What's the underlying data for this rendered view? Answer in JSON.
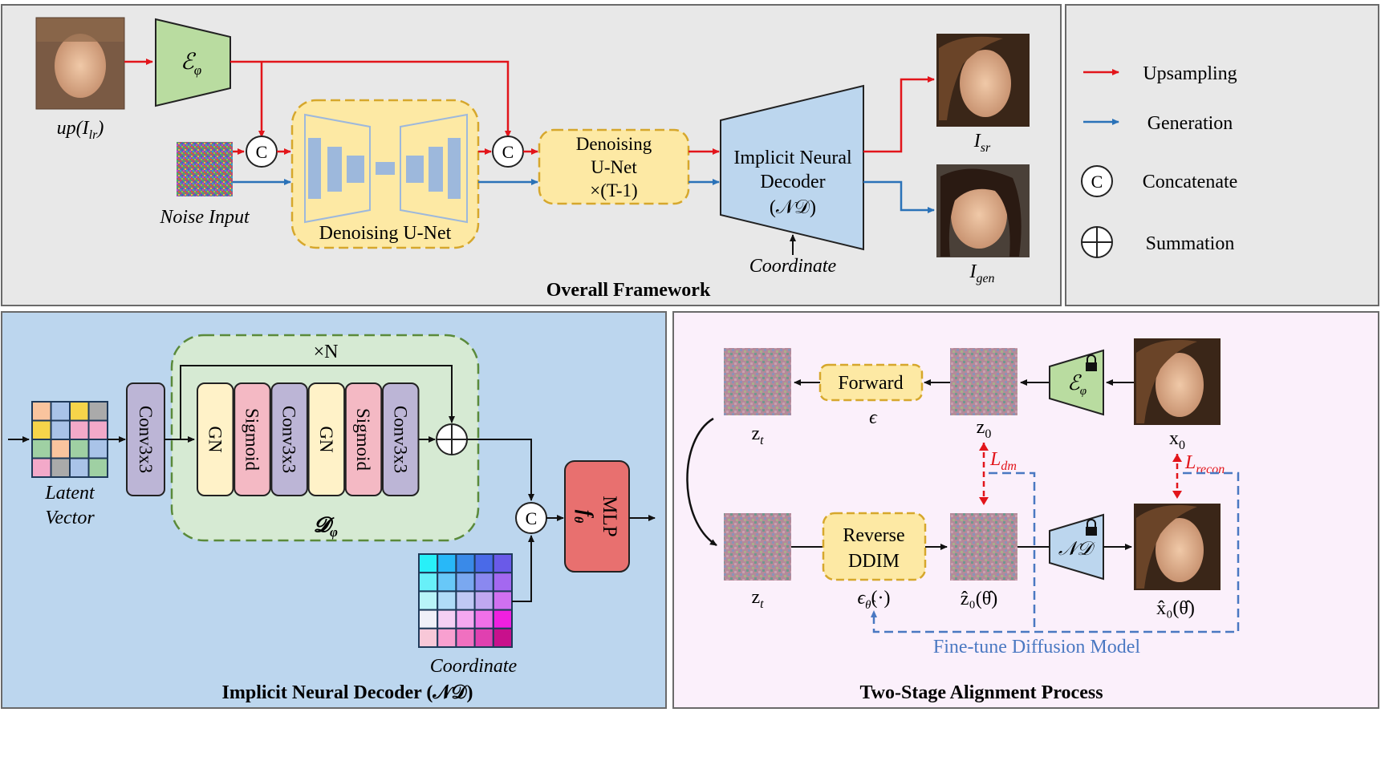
{
  "colors": {
    "upsampling": "#e2151b",
    "generation": "#2a72b8",
    "encoder_fill": "#b9dca0",
    "decoder_fill": "#bcd6ee",
    "unet_fill": "#fde9a4",
    "unet_border": "#d6a72c",
    "panel_gray": "#e8e8e8",
    "panel_blue": "#bcd6ee",
    "panel_pink": "#fbf0fb",
    "mlp_fill": "#e8706f",
    "conv_fill": "#bcb5d6",
    "gn_fill": "#fff2c8",
    "sigmoid_fill": "#f4b9c4",
    "loss_red": "#e2151b",
    "finetune_blue": "#4a78c2"
  },
  "overall": {
    "title": "Overall Framework",
    "lr_label_a": "up(",
    "lr_label_b": "I",
    "lr_label_c": "lr",
    "lr_label_d": ")",
    "encoder_label": "ℰ",
    "encoder_sub": "φ",
    "noise_label": "Noise Input",
    "concat_symbol": "C",
    "unet_label": "Denoising U-Net",
    "unet2_line1": "Denoising",
    "unet2_line2": "U-Net",
    "unet2_line3": "×(T-1)",
    "decoder_line1": "Implicit Neural",
    "decoder_line2": "Decoder",
    "decoder_line3": "(𝒩𝒟)",
    "coordinate_label": "Coordinate",
    "out_sr_a": "I",
    "out_sr_b": "sr",
    "out_gen_a": "I",
    "out_gen_b": "gen"
  },
  "legend": {
    "items": [
      {
        "label": "Upsampling",
        "icon": "red-arrow-icon"
      },
      {
        "label": "Generation",
        "icon": "blue-arrow-icon"
      },
      {
        "label": "Concatenate",
        "icon": "concat-icon"
      },
      {
        "label": "Summation",
        "icon": "sum-icon"
      }
    ],
    "concat_symbol": "C"
  },
  "decoder_panel": {
    "title": "Implicit Neural Decoder (𝒩𝒟)",
    "latent_line1": "Latent",
    "latent_line2": "Vector",
    "conv_first": "Conv3x3",
    "repeat_label": "×N",
    "blocks": [
      "GN",
      "Sigmoid",
      "Conv3x3",
      "GN",
      "Sigmoid",
      "Conv3x3"
    ],
    "block_name": "𝓓",
    "block_sub": "φ",
    "mlp_label": "MLP",
    "mlp_f": "f",
    "mlp_sub": "θ",
    "coordinate_label": "Coordinate",
    "concat_symbol": "C"
  },
  "alignment_panel": {
    "title": "Two-Stage Alignment Process",
    "forward_label": "Forward",
    "epsilon": "ϵ",
    "reverse_line1": "Reverse",
    "reverse_line2": "DDIM",
    "zt_a": "z",
    "zt_b": "t",
    "z0_a": "z",
    "z0_b": "0",
    "x0_a": "x",
    "x0_b": "0",
    "z0hat": "ẑ₀(θ̂)",
    "x0hat": "x̂₀(θ̂)",
    "eps_hat_a": "ϵ",
    "eps_hat_b": "θ̂",
    "eps_hat_c": "(·)",
    "enc_label": "ℰ",
    "enc_sub": "φ",
    "dec_label": "𝒩𝒟",
    "ldm_a": "L",
    "ldm_b": "dm",
    "lrecon_a": "L",
    "lrecon_b": "recon",
    "finetune_label": "Fine-tune Diffusion Model"
  }
}
